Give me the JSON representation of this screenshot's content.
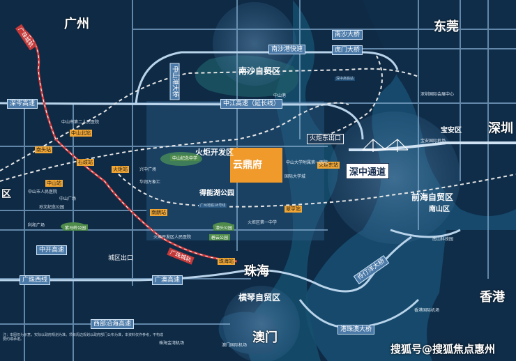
{
  "cities": {
    "guangzhou": "广州",
    "dongguan": "东莞",
    "shenzhen": "深圳",
    "zhuhai": "珠海",
    "macau": "澳门",
    "hongkong": "香港",
    "zhongshan_edge": "区"
  },
  "zones": {
    "nansha": "南沙自贸区",
    "qianhai": "前海自贸区",
    "hengqin": "横琴自贸区",
    "torch": "火炬开发区",
    "nanshan": "南山区",
    "baoan": "宝安区",
    "park": "得能湖公园"
  },
  "roads": {
    "nansha_bridge": "南沙大桥",
    "humen_bridge": "虎门大桥",
    "nansha_expwy": "南沙港快速",
    "zhongshan_bridge": "中山港大桥",
    "shencen_expwy": "深岑高速",
    "zhongjiang_expwy": "中江高速（延长线）",
    "zhongkai_expwy": "中开高速",
    "guangzhu_west": "广珠西线",
    "guangao_expwy": "广澳高速",
    "xiyan_expwy": "西部沿海高速",
    "shenzhu_tunnel": "深中通道",
    "hzm_bridge": "港珠澳大桥",
    "lingding_bridge": "伶仃洋大桥",
    "zhuhai_metro": "珠海站"
  },
  "rail": {
    "guangzhu_rail_top": "广珠城轨",
    "guangzhu_rail_bottom": "广珠城轨"
  },
  "exits": {
    "torch_east": "火炬东出口",
    "city_exit": "城区出口"
  },
  "project": {
    "logo": "云鼎府"
  },
  "stations": {
    "s1": "中山北站",
    "s2": "南头站",
    "s3": "火炬站",
    "s4": "中山站",
    "s5": "石歧站",
    "s6": "火炬东站",
    "s7": "翠亨站",
    "s8": "南朗站"
  },
  "pois": [
    "中山市人民医院",
    "孙文纪念公园",
    "中山广场",
    "利和广场",
    "兴中广场",
    "华润万象汇",
    "中山市第二人民医院",
    "火炬开发区人民医院",
    "火炬区第一中学",
    "中山港",
    "宝安国际机场",
    "香港国际机场",
    "澳门国际机场",
    "珠海金湾机场",
    "深圳国际会展中心",
    "南山科技园",
    "中山大学附属第一医院",
    "国际大学城"
  ],
  "labels": {
    "guangzhou_line": "广州地铁18号线",
    "metro_note": "深中高铁站",
    "green_1": "紫马岭公园",
    "green_2": "濠头公园",
    "green_3": "中山纪念中学",
    "green_4": "碧云公园"
  },
  "disclaimer": "注：本图仅为示意，实际以政府规划为准。项目周边规划以政府部门公布为准，本资料仅作参考，不构成要约或承诺。",
  "watermark": "搜狐号@搜狐焦点惠州"
}
